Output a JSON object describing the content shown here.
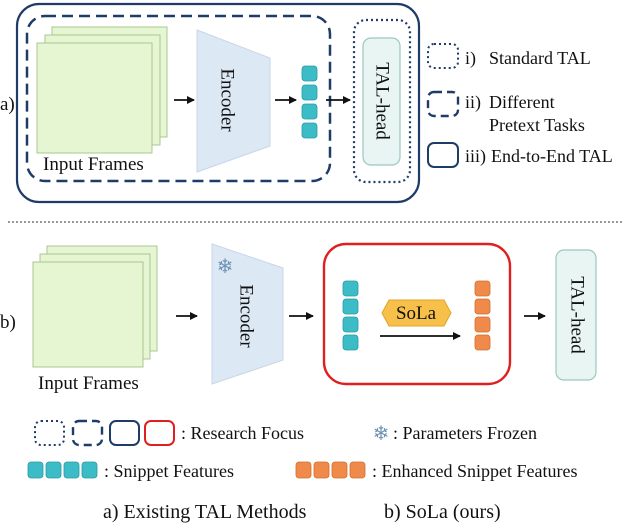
{
  "panel_a": {
    "label": "a)",
    "input_frames": "Input Frames",
    "encoder": "Encoder",
    "head": "TAL-head",
    "legend": [
      {
        "marker": "i)",
        "text": [
          "Standard TAL"
        ]
      },
      {
        "marker": "ii)",
        "text": [
          "Different",
          "Pretext Tasks"
        ]
      },
      {
        "marker": "iii)",
        "text": [
          "End-to-End TAL"
        ]
      }
    ]
  },
  "panel_b": {
    "label": "b)",
    "input_frames": "Input Frames",
    "encoder": "Encoder",
    "module": "SoLa",
    "head": "TAL-head",
    "frozen_symbol": "❄"
  },
  "legend": {
    "research_focus": ": Research Focus",
    "parameters_frozen": ": Parameters Frozen",
    "snippet_features": ": Snippet Features",
    "enhanced_snippet_features": ": Enhanced Snippet Features",
    "frozen_symbol": "❄"
  },
  "caption": {
    "a": "a) Existing TAL Methods",
    "b": "b) SoLa (ours)"
  },
  "colors": {
    "navy": "#1f3b68",
    "frame_fill": "#e6f5d2",
    "frame_stroke": "#a8c890",
    "encoder_fill": "#dde8f5",
    "head_fill": "#e9f5f2",
    "head_stroke": "#9ac8bf",
    "snippet": "#3cbcc6",
    "enhanced": "#f08a4b",
    "sola_fill": "#f7c04a",
    "focus_red": "#e02020"
  }
}
